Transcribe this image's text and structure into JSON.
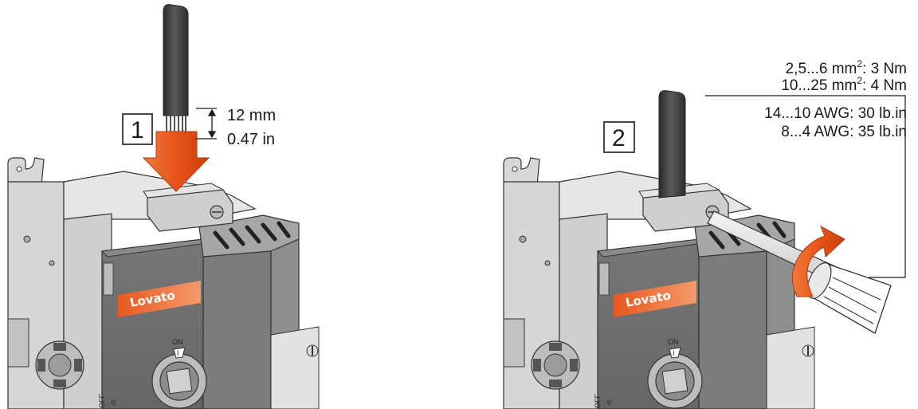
{
  "step1": {
    "number": "1",
    "strip_length_mm": "12 mm",
    "strip_length_in": "0.47 in",
    "brand": "Lovato",
    "switch_on": "ON",
    "switch_on_mark": "I",
    "switch_off": "OFF",
    "switch_off_mark": "0"
  },
  "step2": {
    "number": "2",
    "torque_metric": [
      {
        "range": "2,5...6 mm",
        "sup": "2",
        "value": ": 3 Nm"
      },
      {
        "range": "10...25 mm",
        "sup": "2",
        "value": ": 4 Nm"
      }
    ],
    "torque_imperial": [
      "14...10 AWG: 30 lb.in",
      "8...4 AWG: 35 lb.in"
    ],
    "brand": "Lovato",
    "switch_on": "ON",
    "switch_on_mark": "I",
    "switch_off": "OFF",
    "switch_off_mark": "0"
  },
  "colors": {
    "arrow_orange": "#e8531a",
    "brand_orange": "#e8581e",
    "body_light": "#dcdcdc",
    "body_mid": "#c4c4c4",
    "body_dark": "#9a9a9a",
    "face_dark": "#6e6e6e",
    "cable": "#3c3c3c"
  }
}
